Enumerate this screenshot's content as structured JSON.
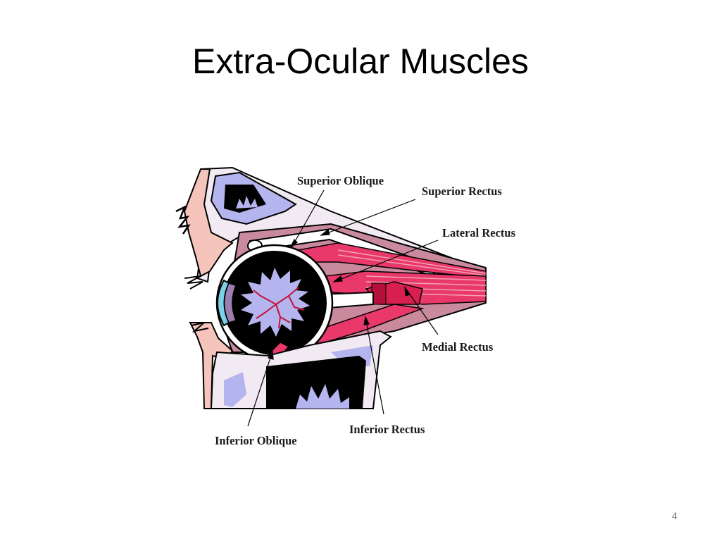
{
  "slide": {
    "title": "Extra-Ocular Muscles",
    "page_number": "4"
  },
  "diagram": {
    "labels": {
      "superior_oblique": "Superior Oblique",
      "superior_rectus": "Superior Rectus",
      "lateral_rectus": "Lateral Rectus",
      "medial_rectus": "Medial Rectus",
      "inferior_rectus": "Inferior Rectus",
      "inferior_oblique": "Inferior Oblique"
    },
    "colors": {
      "muscle": "#e8396a",
      "muscle_light": "#f3a2b3",
      "bone": "#f1eaf2",
      "sinus": "#b4b4ee",
      "skin": "#f5c4bb",
      "orbit_fat": "#c98a9e",
      "eyeball": "#000000",
      "cornea": "#7ad1e8"
    }
  }
}
